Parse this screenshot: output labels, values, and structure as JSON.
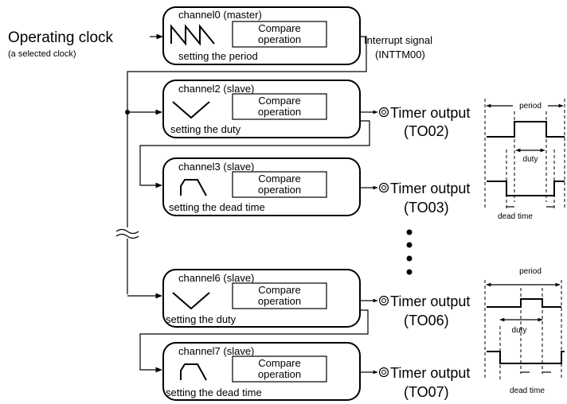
{
  "clock": {
    "label": "Operating clock",
    "sublabel": "(a selected clock)"
  },
  "interrupt": {
    "label": "Interrupt signal",
    "signal": "(INTTM00)"
  },
  "compare": {
    "line1": "Compare",
    "line2": "operation"
  },
  "channels": [
    {
      "title": "channel0 (master)",
      "function": "setting the period"
    },
    {
      "title": "channel2 (slave)",
      "function": "setting the duty"
    },
    {
      "title": "channel3 (slave)",
      "function": "setting the dead time"
    },
    {
      "title": "channel6 (slave)",
      "function": "setting the duty"
    },
    {
      "title": "channel7 (slave)",
      "function": "setting the dead time"
    }
  ],
  "outputs": [
    {
      "label": "Timer output",
      "pin": "(TO02)"
    },
    {
      "label": "Timer output",
      "pin": "(TO03)"
    },
    {
      "label": "Timer output",
      "pin": "(TO06)"
    },
    {
      "label": "Timer output",
      "pin": "(TO07)"
    }
  ],
  "waveforms": [
    {
      "period": "period",
      "duty": "duty",
      "dead_time": "dead time"
    },
    {
      "period": "period",
      "duty": "duty",
      "dead_time": "dead time"
    }
  ],
  "icons": {
    "sawtooth": "sawtooth-wave-icon",
    "triangle": "triangle-wave-icon",
    "dead_time": "dead-time-pulse-icon",
    "output_pin": "output-pin-icon"
  }
}
